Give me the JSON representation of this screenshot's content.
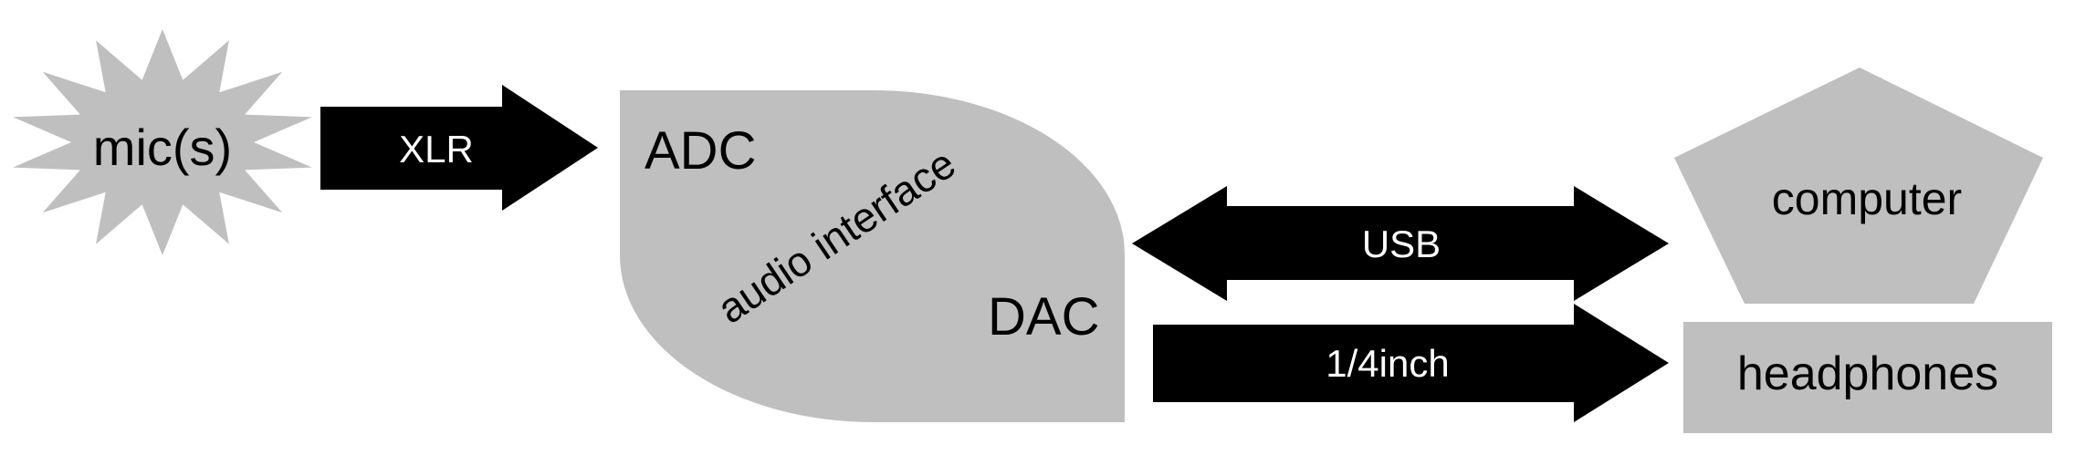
{
  "colors": {
    "shape_fill": "#bfbfbf",
    "arrow_fill": "#000000",
    "arrow_text": "#ffffff",
    "label_text": "#000000"
  },
  "nodes": {
    "mic": {
      "label": "mic(s)"
    },
    "interface": {
      "label": "audio interface",
      "adc": "ADC",
      "dac": "DAC"
    },
    "computer": {
      "label": "computer"
    },
    "headphones": {
      "label": "headphones"
    }
  },
  "connections": {
    "xlr": {
      "label": "XLR",
      "from": "mic(s)",
      "to": "ADC",
      "direction": "right"
    },
    "usb": {
      "label": "USB",
      "from": "audio interface",
      "to": "computer",
      "direction": "both"
    },
    "quarter_inch": {
      "label": "1/4inch",
      "from": "DAC",
      "to": "headphones",
      "direction": "right"
    }
  }
}
